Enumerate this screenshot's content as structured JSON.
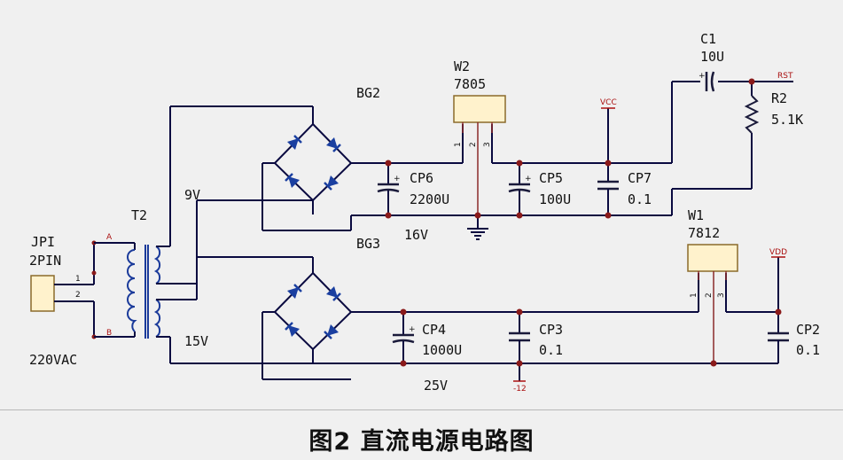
{
  "caption": "图2   直流电源电路图",
  "labels": {
    "jp_name": "JPI",
    "jp_value": "2PIN",
    "jp_pin1": "1",
    "jp_pin2": "2",
    "input_voltage": "220VAC",
    "t2": "T2",
    "t2_a": "A",
    "t2_b": "B",
    "sec_upper": "9V",
    "sec_lower": "15V",
    "bg2": "BG2",
    "bg3": "BG3",
    "w2_name": "W2",
    "w2_value": "7805",
    "w2_pins": [
      "1",
      "2",
      "3"
    ],
    "w1_name": "W1",
    "w1_value": "7812",
    "w1_pins": [
      "1",
      "2",
      "3"
    ],
    "cp6_name": "CP6",
    "cp6_value": "2200U",
    "cp5_name": "CP5",
    "cp5_value": "100U",
    "cp7_name": "CP7",
    "cp7_value": "0.1",
    "cp4_name": "CP4",
    "cp4_value": "1000U",
    "cp3_name": "CP3",
    "cp3_value": "0.1",
    "cp2_name": "CP2",
    "cp2_value": "0.1",
    "c1_name": "C1",
    "c1_value": "10U",
    "r2_name": "R2",
    "r2_value": "5.1K",
    "vcc": "VCC",
    "vdd": "VDD",
    "rst": "RST",
    "minus12": "-12",
    "v16": "16V",
    "v25": "25V"
  },
  "colors": {
    "wire": "#0a0a40",
    "diode": "#1a3fa0",
    "regulator_fill": "#fff2cc",
    "net_label": "#aa1111",
    "junction": "#8a1a1a"
  }
}
